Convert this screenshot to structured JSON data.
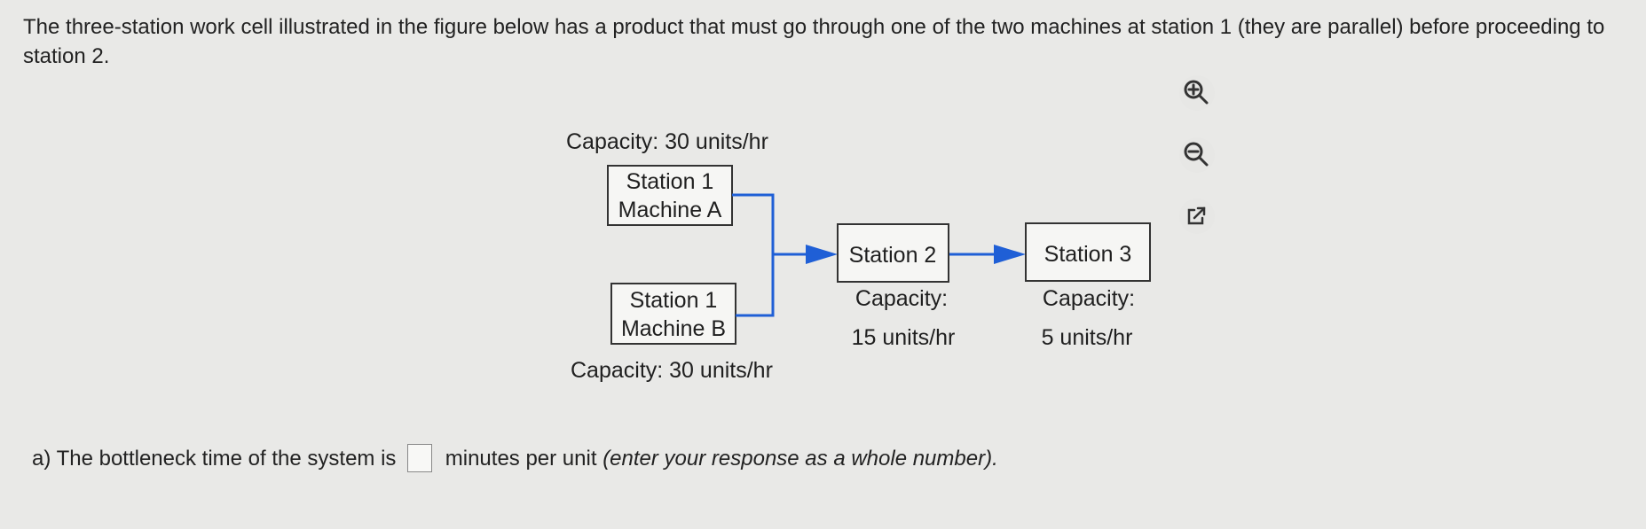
{
  "intro_text": "The three-station work cell illustrated in the figure below has a product that must go through one of the two machines at station 1 (they are parallel) before proceeding to station 2.",
  "diagram": {
    "machine_a": {
      "line1": "Station 1",
      "line2": "Machine A",
      "capacity": "Capacity: 30 units/hr"
    },
    "machine_b": {
      "line1": "Station 1",
      "line2": "Machine B",
      "capacity": "Capacity: 30 units/hr"
    },
    "station2": {
      "label": "Station 2",
      "capacity_label": "Capacity:",
      "capacity_value": "15 units/hr"
    },
    "station3": {
      "label": "Station 3",
      "capacity_label": "Capacity:",
      "capacity_value": "5 units/hr"
    },
    "connector_color": "#1f5fd6"
  },
  "tools": {
    "icons": [
      "zoom-in-icon",
      "zoom-out-icon",
      "open-external-icon"
    ]
  },
  "question": {
    "prefix": "a) The bottleneck time of the system is",
    "answer_value": "",
    "suffix": "minutes per unit",
    "hint": "(enter your response as a whole number)."
  }
}
